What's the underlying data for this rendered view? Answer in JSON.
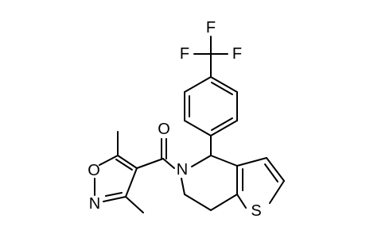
{
  "molecule": {
    "atoms": {
      "f_top": "F",
      "f_left": "F",
      "f_right": "F",
      "o_carbonyl": "O",
      "n_amide": "N",
      "o_isoxazole": "O",
      "n_isoxazole": "N",
      "s_thiophene": "S"
    }
  }
}
